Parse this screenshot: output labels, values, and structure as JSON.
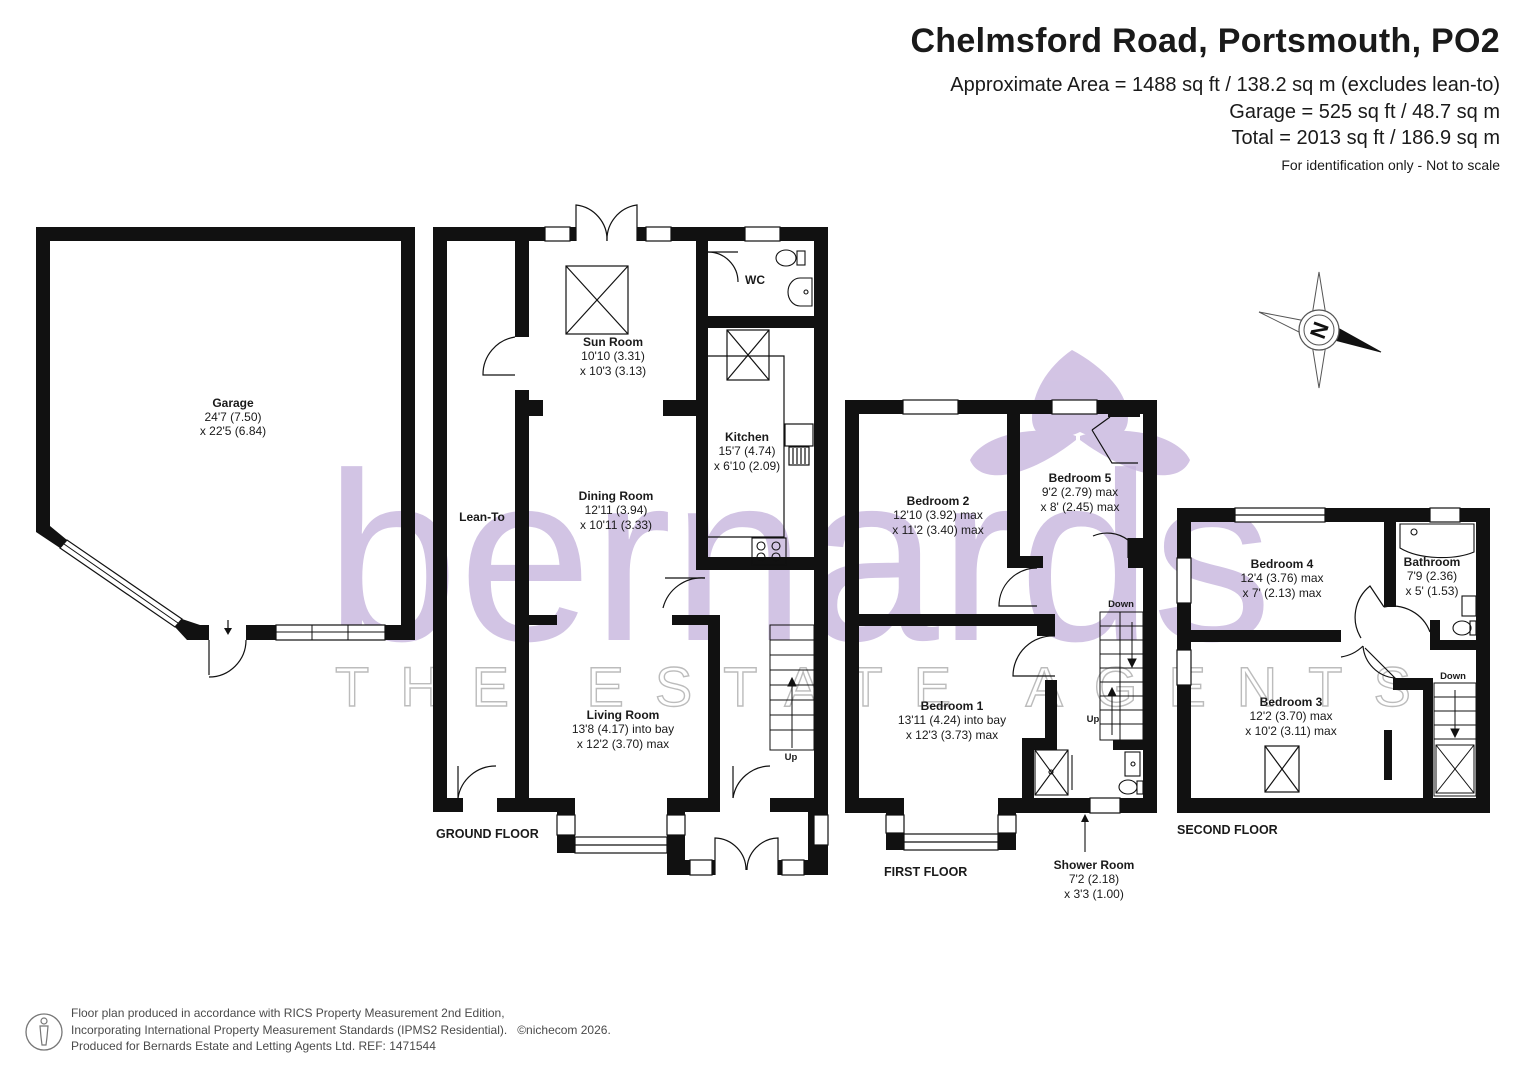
{
  "header": {
    "title": "Chelmsford Road, Portsmouth, PO2",
    "approx_area": "Approximate Area = 1488 sq ft / 138.2 sq m (excludes lean-to)",
    "garage_area": "Garage = 525 sq ft / 48.7 sq m",
    "total_area": "Total = 2013 sq ft / 186.9 sq m",
    "scale_note": "For identification only - Not to scale"
  },
  "watermark": {
    "brand": "bernards",
    "tagline": "THE ESTATE AGENTS",
    "color": "#c6b4dd"
  },
  "compass": {
    "label": "N",
    "icon": "compass-rose-icon"
  },
  "floors": {
    "ground": "GROUND FLOOR",
    "first": "FIRST FLOOR",
    "second": "SECOND FLOOR"
  },
  "rooms": {
    "garage": {
      "name": "Garage",
      "dim1": "24'7 (7.50)",
      "dim2": "x 22'5 (6.84)"
    },
    "lean_to": {
      "name": "Lean-To"
    },
    "sun_room": {
      "name": "Sun Room",
      "dim1": "10'10 (3.31)",
      "dim2": "x 10'3 (3.13)"
    },
    "wc": {
      "name": "WC"
    },
    "kitchen": {
      "name": "Kitchen",
      "dim1": "15'7 (4.74)",
      "dim2": "x 6'10 (2.09)"
    },
    "dining_room": {
      "name": "Dining Room",
      "dim1": "12'11 (3.94)",
      "dim2": "x 10'11 (3.33)"
    },
    "living_room": {
      "name": "Living Room",
      "dim1": "13'8 (4.17) into bay",
      "dim2": "x 12'2 (3.70) max"
    },
    "bedroom_2": {
      "name": "Bedroom 2",
      "dim1": "12'10 (3.92) max",
      "dim2": "x 11'2 (3.40) max"
    },
    "bedroom_5": {
      "name": "Bedroom 5",
      "dim1": "9'2 (2.79) max",
      "dim2": "x 8' (2.45) max"
    },
    "bedroom_1": {
      "name": "Bedroom 1",
      "dim1": "13'11 (4.24) into bay",
      "dim2": "x 12'3 (3.73) max"
    },
    "shower_room": {
      "name": "Shower Room",
      "dim1": "7'2 (2.18)",
      "dim2": "x 3'3 (1.00)"
    },
    "bedroom_4": {
      "name": "Bedroom 4",
      "dim1": "12'4 (3.76) max",
      "dim2": "x 7' (2.13) max"
    },
    "bathroom": {
      "name": "Bathroom",
      "dim1": "7'9 (2.36)",
      "dim2": "x 5' (1.53)"
    },
    "bedroom_3": {
      "name": "Bedroom 3",
      "dim1": "12'2 (3.70) max",
      "dim2": "x 10'2 (3.11) max"
    }
  },
  "stairs": {
    "up": "Up",
    "down": "Down"
  },
  "footer": {
    "line1": "Floor plan produced in accordance with RICS Property Measurement 2nd Edition,",
    "line2": "Incorporating International Property Measurement Standards (IPMS2 Residential).",
    "copyright": "©nichecom 2026.",
    "line3": "Produced for Bernards Estate and Letting Agents Ltd.   REF:  1471544"
  }
}
